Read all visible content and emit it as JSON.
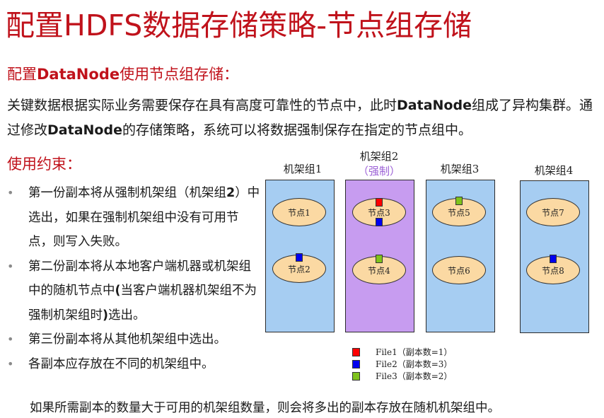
{
  "title": "配置HDFS数据存储策略-节点组存储",
  "subtitle": {
    "prefix": "配置",
    "bold": "DataNode",
    "suffix": "使用节点组存储："
  },
  "paragraph": {
    "part1": "关键数据根据实际业务需要保存在具有高度可靠性的节点中，此时",
    "bold1": "DataNode",
    "part2": "组成了异构集群。通过修改",
    "bold2": "DataNode",
    "part3": "的存储策略，系统可以将数据强制保存在指定的节点组中。"
  },
  "constraints_title": "使用约束：",
  "bullets": [
    {
      "a": "第一份副本将从强制机架组（机架组",
      "b": "2",
      "c": "）中选出，如果在强制机架组中没有可用节点，则写入失败。"
    },
    {
      "a": "第二份副本将从本地客户端机器或机架组中的随机节点中",
      "b": "(",
      "c": "当客户端机器机架组不为强制机架组时",
      "d": ")",
      "e": "选出。"
    },
    {
      "a": "第三份副本将从其他机架组中选出。"
    },
    {
      "a": "各副本应存放在不同的机架组中。"
    }
  ],
  "note": "如果所需副本的数量大于可用的机架组数量，则会将多出的副本存放在随机机架组中。",
  "colors": {
    "title_red": "#c0121b",
    "rack_blue": "#a6cdf2",
    "rack_purple": "#c79cf0",
    "node_fill": "#fbd9a3",
    "file1": "#ff0000",
    "file2": "#0000ee",
    "file3": "#7fc31c"
  },
  "racks": [
    {
      "label": "机架组1",
      "forced": "",
      "nodes": [
        "节点1",
        "节点2"
      ]
    },
    {
      "label": "机架组2",
      "forced": "（强制）",
      "nodes": [
        "节点3",
        "节点4"
      ]
    },
    {
      "label": "机架组3",
      "forced": "",
      "nodes": [
        "节点5",
        "节点6"
      ]
    },
    {
      "label": "机架组4",
      "forced": "",
      "nodes": [
        "节点7",
        "节点8"
      ]
    }
  ],
  "legend": [
    {
      "file": "File1（副本数=1）"
    },
    {
      "file": "File2（副本数=3）"
    },
    {
      "file": "File3（副本数=2）"
    }
  ]
}
